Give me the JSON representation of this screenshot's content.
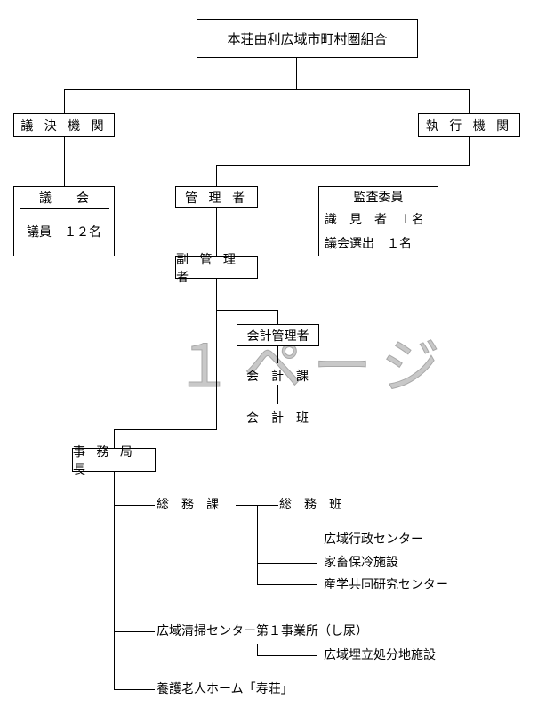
{
  "title": "本荘由利広域市町村圏組合",
  "watermark": "１ページ",
  "legislative": {
    "label": "議 決 機 関",
    "council": {
      "title": "議　　会",
      "members": "議員　１２名"
    }
  },
  "executive": {
    "label": "執 行 機 関",
    "manager": "管 理 者",
    "deputy_manager": "副 管 理 者",
    "auditors": {
      "title": "監査委員",
      "rows": [
        "識　見　者　１名",
        "議会選出　１名"
      ]
    }
  },
  "accounting": {
    "manager": "会計管理者",
    "section": "会　計　課",
    "team": "会　計　班"
  },
  "secretariat": {
    "head": "事 務 局 長",
    "general_affairs_section": "総　務　課",
    "general_affairs_team": "総　務　班",
    "facilities": [
      "広域行政センター",
      "家畜保冷施設",
      "産学共同研究センター"
    ],
    "cleaning_center": "広域清掃センター第１事業所（し尿）",
    "landfill": "広域埋立処分地施設",
    "nursing_home": "養護老人ホーム「寿荘」"
  }
}
